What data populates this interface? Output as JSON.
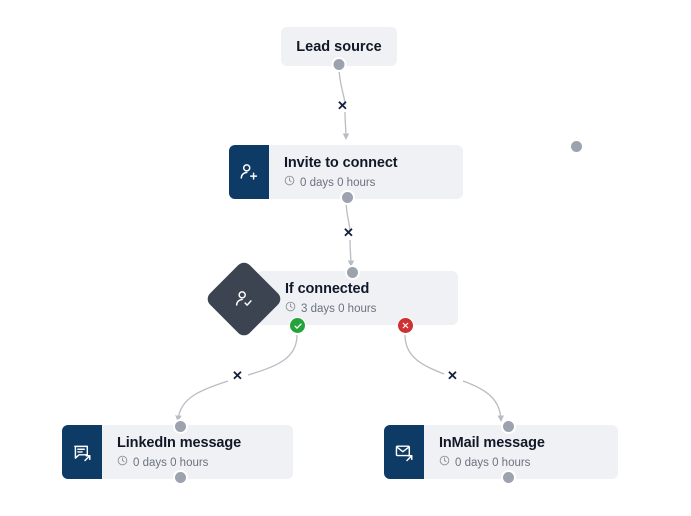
{
  "canvas": {
    "background": "#ffffff",
    "card_background": "#f0f1f4",
    "navy": "#0e3a66",
    "slate": "#3b4450",
    "yes_color": "#25a33a",
    "no_color": "#cf3030",
    "edge_color": "#b9bcc3",
    "handle_color": "#9ca3af"
  },
  "nodes": {
    "lead_source": {
      "title": "Lead source",
      "icon": "none"
    },
    "invite": {
      "title": "Invite to connect",
      "delay": "0 days 0 hours",
      "icon": "user-plus-icon"
    },
    "if_connected": {
      "title": "If connected",
      "delay": "3 days 0 hours",
      "icon": "user-check-icon"
    },
    "linkedin_message": {
      "title": "LinkedIn message",
      "delay": "0 days 0 hours",
      "icon": "chat-bubble-arrow-icon"
    },
    "inmail_message": {
      "title": "InMail message",
      "delay": "0 days 0 hours",
      "icon": "envelope-arrow-icon"
    }
  },
  "edges": {
    "delete_glyph": "✕",
    "labels": {
      "yes": "✓",
      "no": "✕"
    }
  }
}
